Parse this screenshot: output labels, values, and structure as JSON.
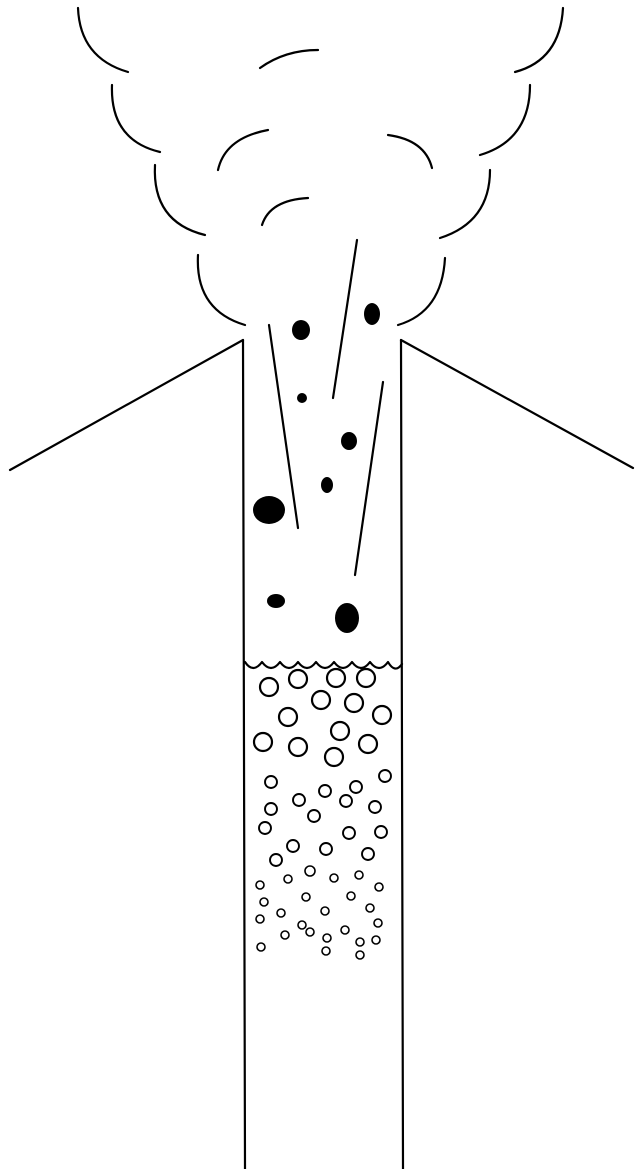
{
  "diagram": {
    "subject": "volcanic-eruption-conduit",
    "colors": {
      "stroke": "#000000",
      "background": "#ffffff",
      "clast_fill": "#000000",
      "bubble_fill": "#ffffff"
    },
    "parts": [
      "ash-cloud",
      "volcano-flanks",
      "conduit-walls",
      "ejected-clasts",
      "fragmentation-surface",
      "gas-bubbles"
    ]
  }
}
